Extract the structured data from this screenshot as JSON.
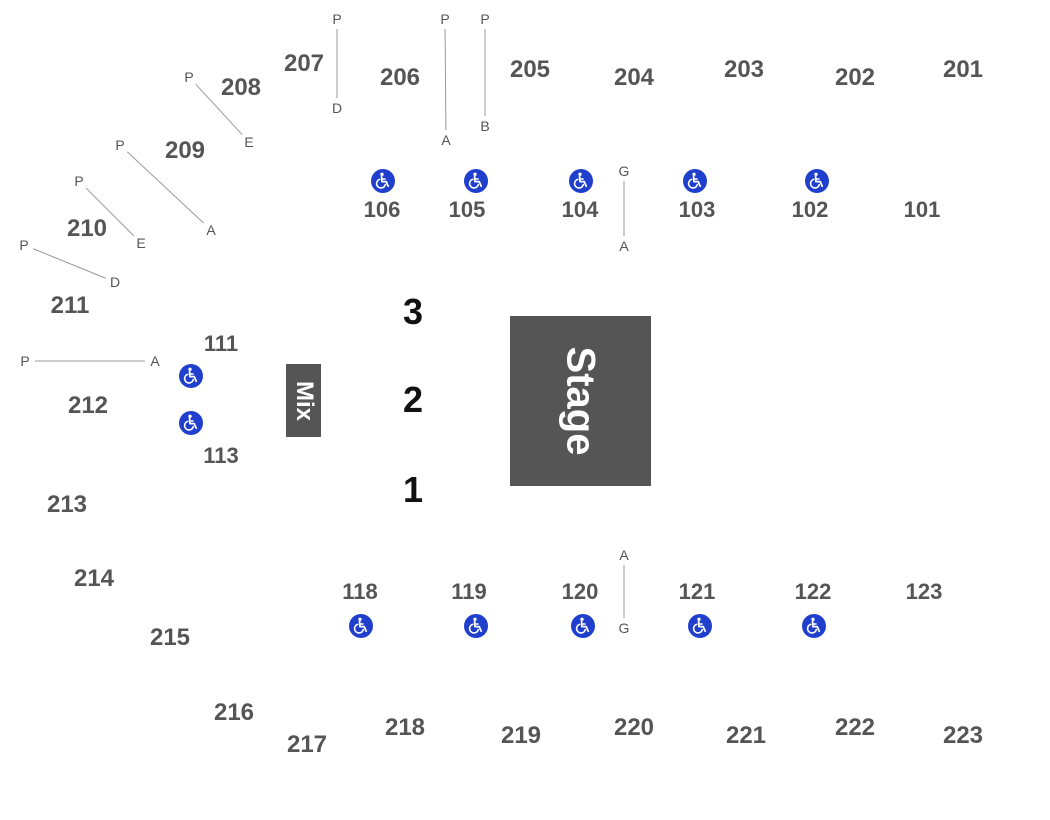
{
  "colors": {
    "background": "#ffffff",
    "section_text": "#555555",
    "zone_text": "#111111",
    "block_fill": "#555555",
    "block_text": "#ffffff",
    "accessible_icon": "#1f3fcc",
    "row_line": "#999999"
  },
  "stage_label": "Stage",
  "mix_label": "Mix",
  "floor_zones": [
    "3",
    "2",
    "1"
  ],
  "upper_sections": [
    "201",
    "202",
    "203",
    "204",
    "205",
    "206",
    "207",
    "208",
    "209",
    "210",
    "211",
    "212",
    "213",
    "214",
    "215",
    "216",
    "217",
    "218",
    "219",
    "220",
    "221",
    "222",
    "223"
  ],
  "lower_sections": [
    "101",
    "102",
    "103",
    "104",
    "105",
    "106",
    "111",
    "113",
    "118",
    "119",
    "120",
    "121",
    "122",
    "123"
  ],
  "row_markers": [
    {
      "from": "P",
      "to": "D",
      "section": "207"
    },
    {
      "from": "P",
      "to": "A",
      "section": "206"
    },
    {
      "from": "P",
      "to": "B",
      "section": "205"
    },
    {
      "from": "P",
      "to": "E",
      "section": "208"
    },
    {
      "from": "P",
      "to": "A",
      "section": "209"
    },
    {
      "from": "P",
      "to": "E",
      "section": "210"
    },
    {
      "from": "P",
      "to": "D",
      "section": "211"
    },
    {
      "from": "P",
      "to": "A",
      "section": "212"
    },
    {
      "from": "G",
      "to": "A",
      "section": "104"
    },
    {
      "from": "A",
      "to": "G",
      "section": "120"
    }
  ],
  "accessible_icon_name": "wheelchair-icon",
  "accessible_sections": [
    "106",
    "105",
    "104",
    "103",
    "102",
    "111",
    "113",
    "118",
    "119",
    "120",
    "121",
    "122"
  ]
}
